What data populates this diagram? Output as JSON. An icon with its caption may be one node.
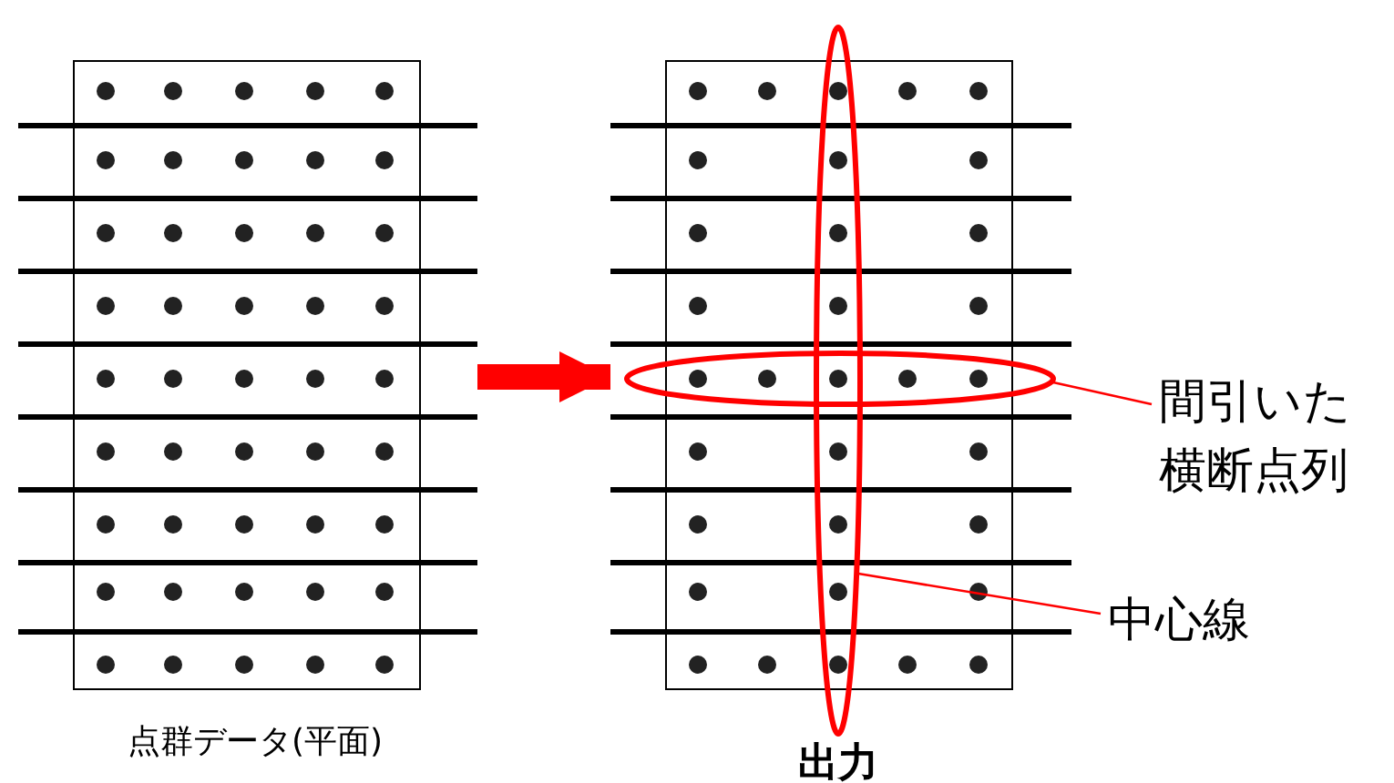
{
  "diagram": {
    "nodes": [
      {
        "text": [],
        "shape": "picture"
      },
      {
        "text": [],
        "shape": "picture"
      },
      {
        "text": [],
        "shape": "ellipse"
      },
      {
        "text": [],
        "shape": "ellipse"
      },
      {
        "text": [
          "間引いた横断点列"
        ]
      },
      {
        "text": [
          "中心線"
        ]
      }
    ],
    "edges": [
      {
        "from": 0,
        "to": 1,
        "arrow": "to",
        "style": "thick"
      },
      {
        "from": 4,
        "to": 3,
        "arrow": "none"
      },
      {
        "from": 5,
        "to": 2,
        "arrow": "none"
      }
    ],
    "labels": [
      "点群データ(平面)",
      "出力"
    ]
  }
}
